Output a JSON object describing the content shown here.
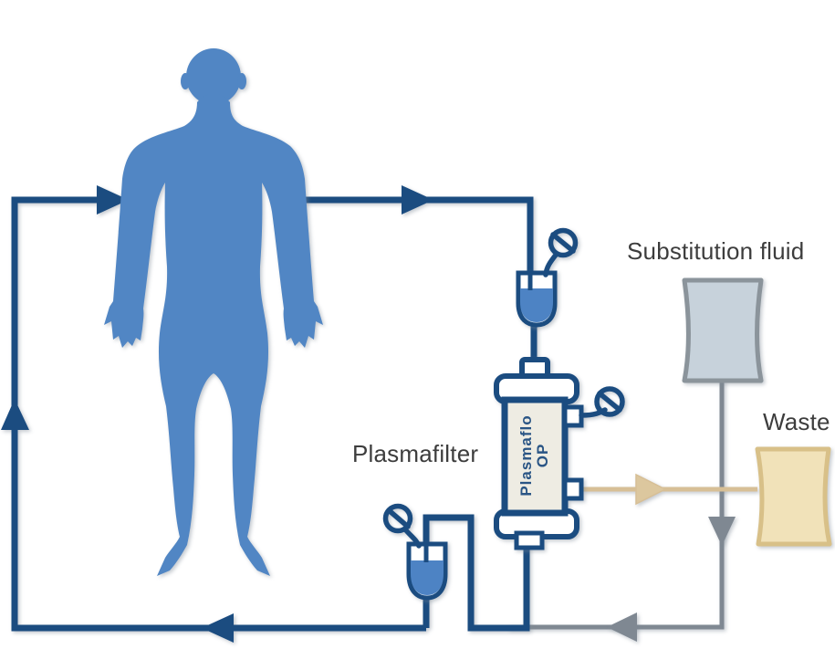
{
  "labels": {
    "plasmafilter": "Plasmafilter",
    "substitution_fluid": "Substitution fluid",
    "waste": "Waste"
  },
  "filter_device": {
    "brand_line1": "Plasmaflo",
    "brand_line2": "OP"
  },
  "colors": {
    "body_blue": "#5186c4",
    "circuit_blue": "#1b4c80",
    "liquid_blue": "#4d83c4",
    "line_gray": "#7f8892",
    "line_tan": "#d7bf96",
    "arrow_tan_fill": "#dcc79e",
    "waste_bag_fill": "#f1e2b9",
    "waste_bag_border": "#d8c088",
    "sub_bag_fill": "#c7d2db",
    "sub_bag_border": "#8b949b",
    "device_fill": "#ffffff",
    "filter_interior": "#eeece3",
    "brand_text": "#2a5585",
    "label_text": "#3d3d3d"
  },
  "icons": {
    "roller_clamp": "circle-with-diagonal-slash",
    "flow_arrow": "filled-triangle"
  }
}
